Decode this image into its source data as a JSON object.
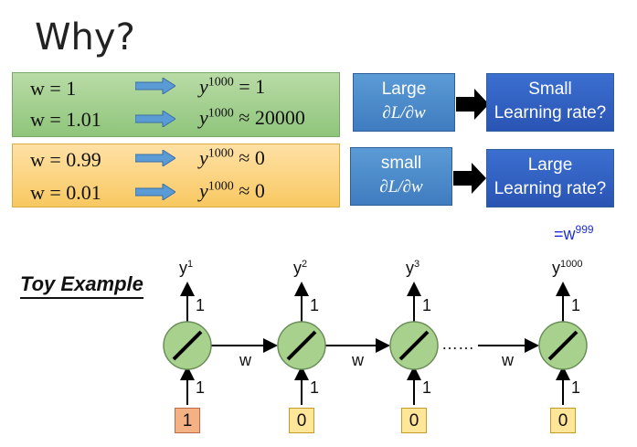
{
  "title": "Why?",
  "green_block": [
    {
      "w": "w = 1",
      "y": "y",
      "exp": "1000",
      "rhs": "= 1"
    },
    {
      "w": "w = 1.01",
      "y": "y",
      "exp": "1000",
      "rhs": "≈ 20000"
    }
  ],
  "orange_block": [
    {
      "w": "w = 0.99",
      "y": "y",
      "exp": "1000",
      "rhs": "≈ 0"
    },
    {
      "w": "w = 0.01",
      "y": "y",
      "exp": "1000",
      "rhs": "≈ 0"
    }
  ],
  "boxes": {
    "large_grad": {
      "line1": "Large",
      "line2": "∂L/∂w"
    },
    "small_lr": {
      "line1": "Small",
      "line2": "Learning rate?"
    },
    "small_grad": {
      "line1": "small",
      "line2": "∂L/∂w"
    },
    "large_lr": {
      "line1": "Large",
      "line2": "Learning rate?"
    }
  },
  "note": {
    "base": "=w",
    "exp": "999"
  },
  "toy_label": "Toy Example",
  "network": {
    "outputs": [
      {
        "base": "y",
        "exp": "1"
      },
      {
        "base": "y",
        "exp": "2"
      },
      {
        "base": "y",
        "exp": "3"
      },
      {
        "base": "y",
        "exp": "1000"
      }
    ],
    "out_weights": [
      "1",
      "1",
      "1",
      "1"
    ],
    "in_weights": [
      "1",
      "1",
      "1",
      "1"
    ],
    "recurrent_weights": [
      "w",
      "w",
      "w"
    ],
    "inputs": [
      "1",
      "0",
      "0",
      "0"
    ],
    "ellipsis": "……"
  },
  "colors": {
    "green": "#8fc57b",
    "orange": "#f8c861",
    "blue": "#5b9bd5",
    "dark_blue": "#2a54b4",
    "note": "#1f2fd0",
    "neuron": "#a9d18e"
  }
}
